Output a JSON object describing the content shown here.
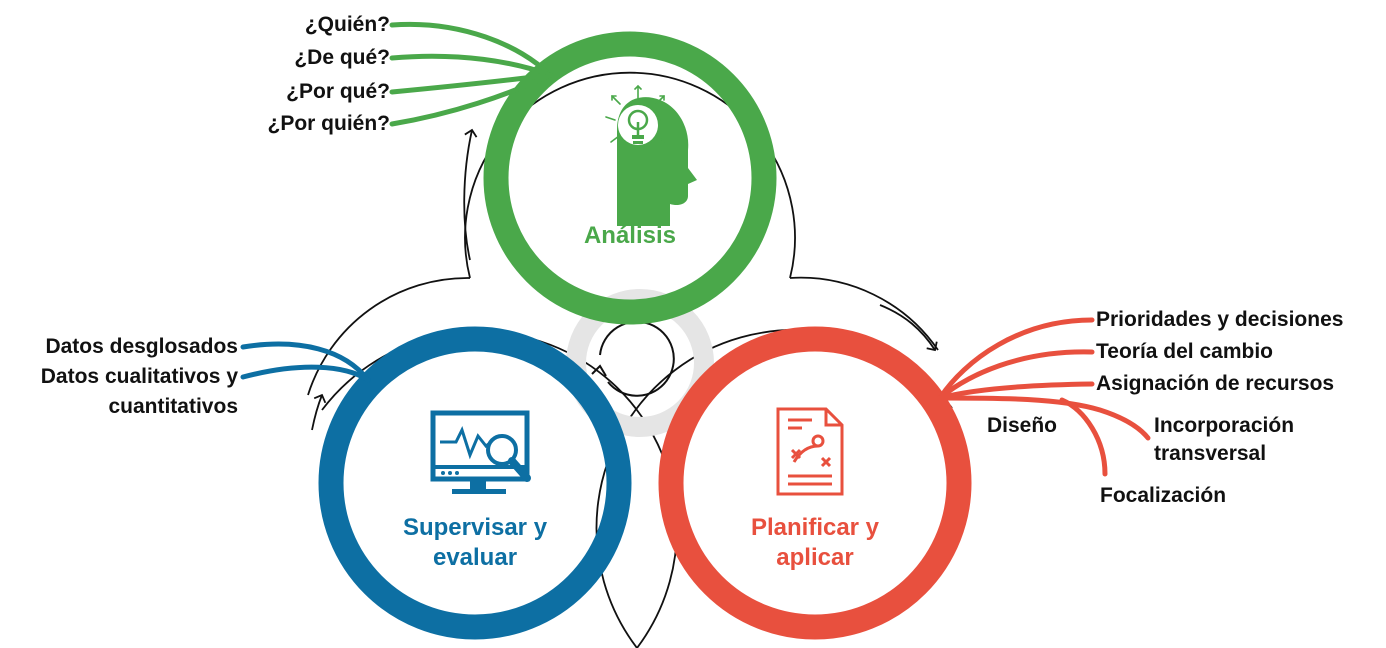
{
  "colors": {
    "analysis": "#4aa84a",
    "monitor": "#0d6fa3",
    "plan": "#e8503e",
    "center_ring": "#e5e5e5",
    "outline": "#111111"
  },
  "analysis": {
    "title": "Análisis",
    "icon": "lightbulb-head-icon",
    "questions": [
      "¿Quién?",
      "¿De qué?",
      "¿Por qué?",
      "¿Por quién?"
    ]
  },
  "monitor": {
    "title_line1": "Supervisar y",
    "title_line2": "evaluar",
    "icon": "monitor-magnifier-icon",
    "items": [
      "Datos desglosados",
      "Datos cualitativos y",
      "cuantitativos"
    ]
  },
  "plan": {
    "title_line1": "Planificar y",
    "title_line2": "aplicar",
    "icon": "strategy-document-icon",
    "items": [
      "Prioridades y decisiones",
      "Teoría del cambio",
      "Asignación de recursos"
    ],
    "design_label": "Diseño",
    "design_items": [
      "Incorporación",
      "transversal",
      "Focalización"
    ]
  },
  "center_icon": "cycle-arrow-icon"
}
